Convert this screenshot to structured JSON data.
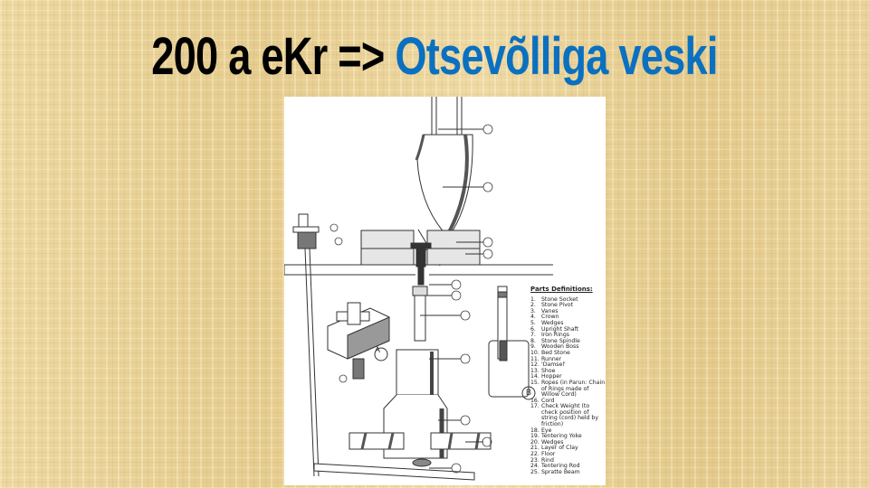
{
  "slide": {
    "title_prefix": "200 a eKr =>",
    "title_highlight": "Otsevõlliga veski",
    "colors": {
      "prefix": "#000000",
      "highlight": "#0b70c0",
      "background": "#e9d39a"
    }
  },
  "figure": {
    "legend_title": "Parts Definitions:",
    "panel_labels": {
      "a": "A",
      "b": "B"
    },
    "parts": [
      {
        "n": "1.",
        "t": "Stone Socket"
      },
      {
        "n": "2.",
        "t": "Stone Pivot"
      },
      {
        "n": "3.",
        "t": "Vanes"
      },
      {
        "n": "4.",
        "t": "Crown"
      },
      {
        "n": "5.",
        "t": "Wedges"
      },
      {
        "n": "6.",
        "t": "Upright Shaft"
      },
      {
        "n": "7.",
        "t": "Iron Rings"
      },
      {
        "n": "8.",
        "t": "Stone Spindle"
      },
      {
        "n": "9.",
        "t": "Wooden Boss"
      },
      {
        "n": "10.",
        "t": "Bed Stone"
      },
      {
        "n": "11.",
        "t": "Runner"
      },
      {
        "n": "12.",
        "t": "'Damsel'"
      },
      {
        "n": "13.",
        "t": "Shoe"
      },
      {
        "n": "14.",
        "t": "Hopper"
      },
      {
        "n": "15.",
        "t": "Ropes (in Parun: Chain of Rings made of Willow Cord)"
      },
      {
        "n": "16.",
        "t": "Cord"
      },
      {
        "n": "17.",
        "t": "Check Weight (to check position of string (cord) held by friction)"
      },
      {
        "n": "18.",
        "t": "Eye"
      },
      {
        "n": "19.",
        "t": "Tentering Yoke"
      },
      {
        "n": "20.",
        "t": "Wedges"
      },
      {
        "n": "21.",
        "t": "Layer of Clay"
      },
      {
        "n": "22.",
        "t": "Floor"
      },
      {
        "n": "23.",
        "t": "Rind"
      },
      {
        "n": "24.",
        "t": "Tentering Rod"
      },
      {
        "n": "25.",
        "t": "Spratte Beam"
      }
    ]
  }
}
